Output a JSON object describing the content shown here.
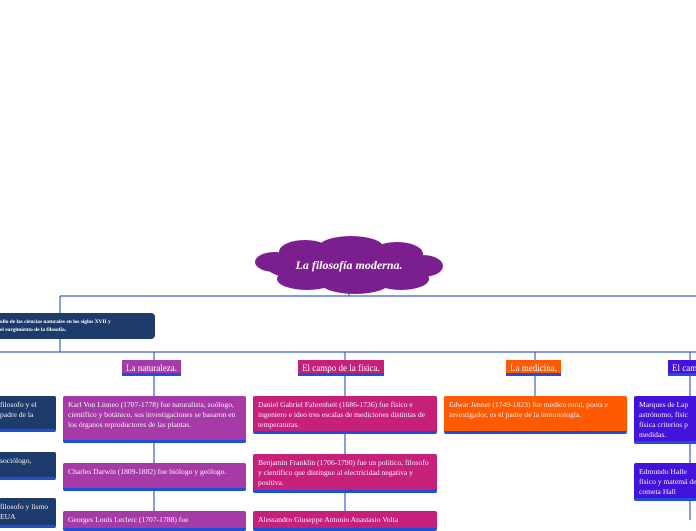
{
  "root": {
    "title": "La filosofía moderna.",
    "color": "#7b1f8f"
  },
  "subtitle": "...ollo de las ciencias naturales en los siglos XVII y ... el surgimiento de la filosofía.",
  "subtitle_lines": [
    "ollo de las ciencias naturales en los siglos XVII y",
    "el surgimiento de la filosofía."
  ],
  "branches": [
    {
      "topic": "La naturaleza.",
      "cards": [
        "Karl Von Linneo (1707-1778) fue naturalista, zoólogo, científico y botánico, sus investigaciones se basaron en los órganos reproductores de las plantas.",
        "Charles Darwin (1809-1882) fue biólogo y geólogo.",
        "Georges Louis Leclerc (1707-1788) fue"
      ]
    },
    {
      "topic": "El campo de la física.",
      "cards": [
        "Daniel Gabriel Fahrenheit (1686-1736) fue físico e ingeniero e ideo tres escalas de mediciones distintas de temperaturas.",
        "Benjamin Franklin (1706-1790) fue un político, filosofo y científico que distingue al electricidad negativa y positiva.",
        "Alessandro Giuseppe Antonio Anastasio Volta"
      ]
    },
    {
      "topic": "La medicina.",
      "cards": [
        "Edwar Jenner (1749-1823) fue medico rural, poeta e investigador, es el padre de la inmunología."
      ]
    },
    {
      "topic": "El cam",
      "cards": [
        "Marques de Lap astrónomo, físic física criterios p medidas.",
        "Edmundo Halle físico y matemá del cometa Hall"
      ]
    }
  ],
  "left_cards": [
    "filosofo y el padre de la",
    "sociólogo,",
    "filosofo y lismo EUA"
  ],
  "colors": {
    "line": "#3a5fd0",
    "navy": "#1d3b6b",
    "purple": "#a63aa6",
    "magenta": "#c7207b",
    "orange": "#ff5a00",
    "violet": "#4313dc"
  }
}
